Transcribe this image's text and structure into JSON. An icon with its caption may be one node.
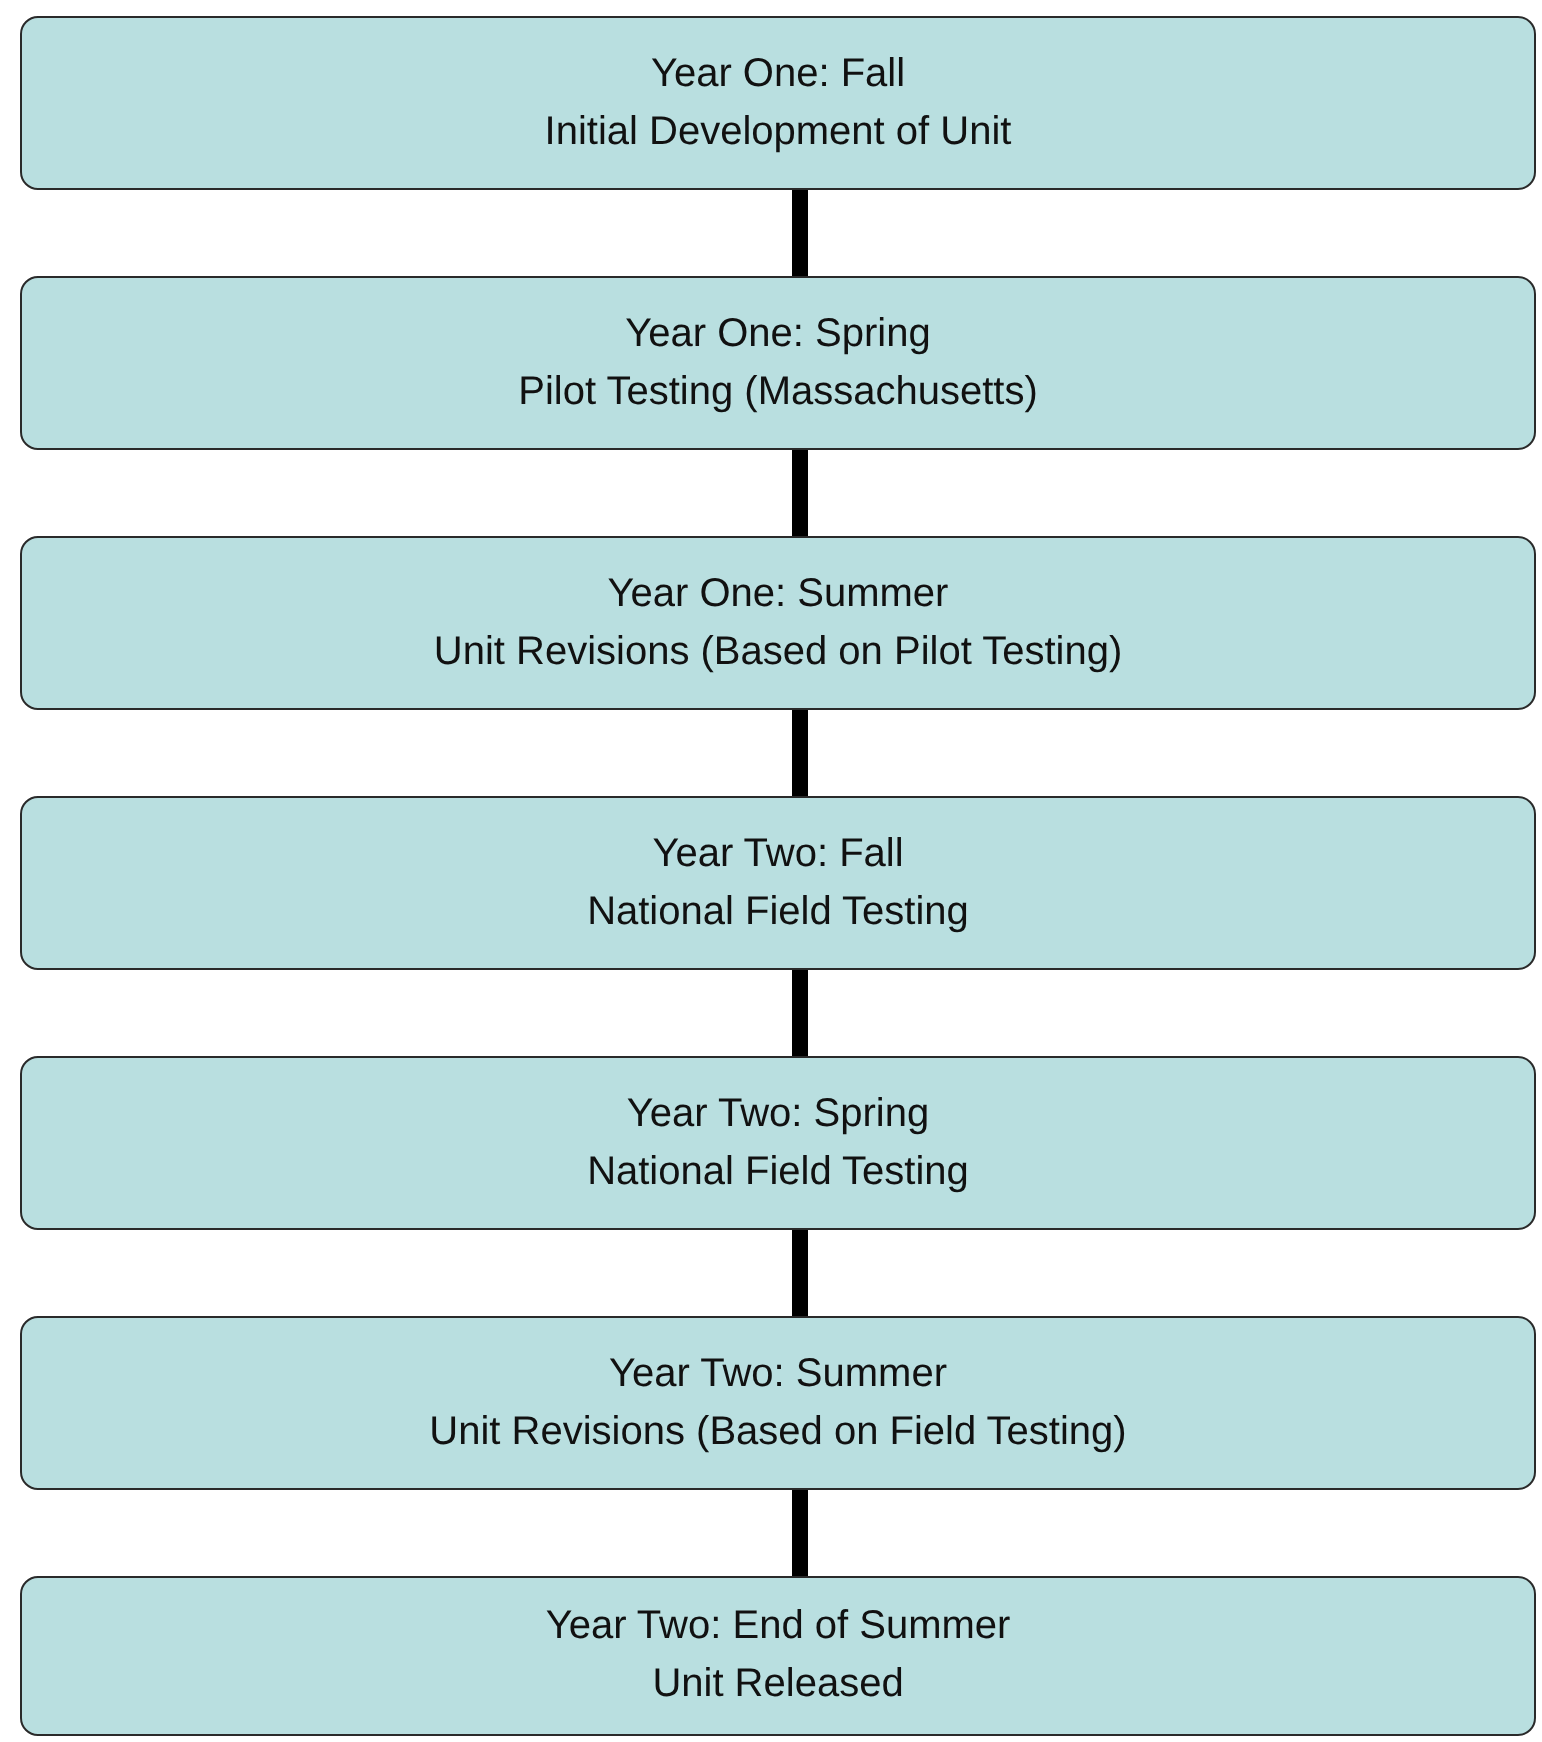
{
  "diagram": {
    "nodes": [
      {
        "text": [
          "Year One: Fall",
          "Initial Development of Unit"
        ]
      },
      {
        "text": [
          "Year One: Spring",
          "Pilot Testing (Massachusetts)"
        ]
      },
      {
        "text": [
          "Year One: Summer",
          "Unit Revisions (Based on Pilot Testing)"
        ]
      },
      {
        "text": [
          "Year Two: Fall",
          "National Field Testing"
        ]
      },
      {
        "text": [
          "Year Two: Spring",
          "National Field Testing"
        ]
      },
      {
        "text": [
          "Year Two: Summer",
          "Unit Revisions (Based on Field Testing)"
        ]
      },
      {
        "text": [
          "Year Two: End of Summer",
          "Unit Released"
        ]
      }
    ],
    "edges": [
      {
        "from": 0,
        "to": 1,
        "arrow": "none"
      },
      {
        "from": 1,
        "to": 2,
        "arrow": "none"
      },
      {
        "from": 2,
        "to": 3,
        "arrow": "none"
      },
      {
        "from": 3,
        "to": 4,
        "arrow": "none"
      },
      {
        "from": 4,
        "to": 5,
        "arrow": "none"
      },
      {
        "from": 5,
        "to": 6,
        "arrow": "none"
      }
    ]
  }
}
